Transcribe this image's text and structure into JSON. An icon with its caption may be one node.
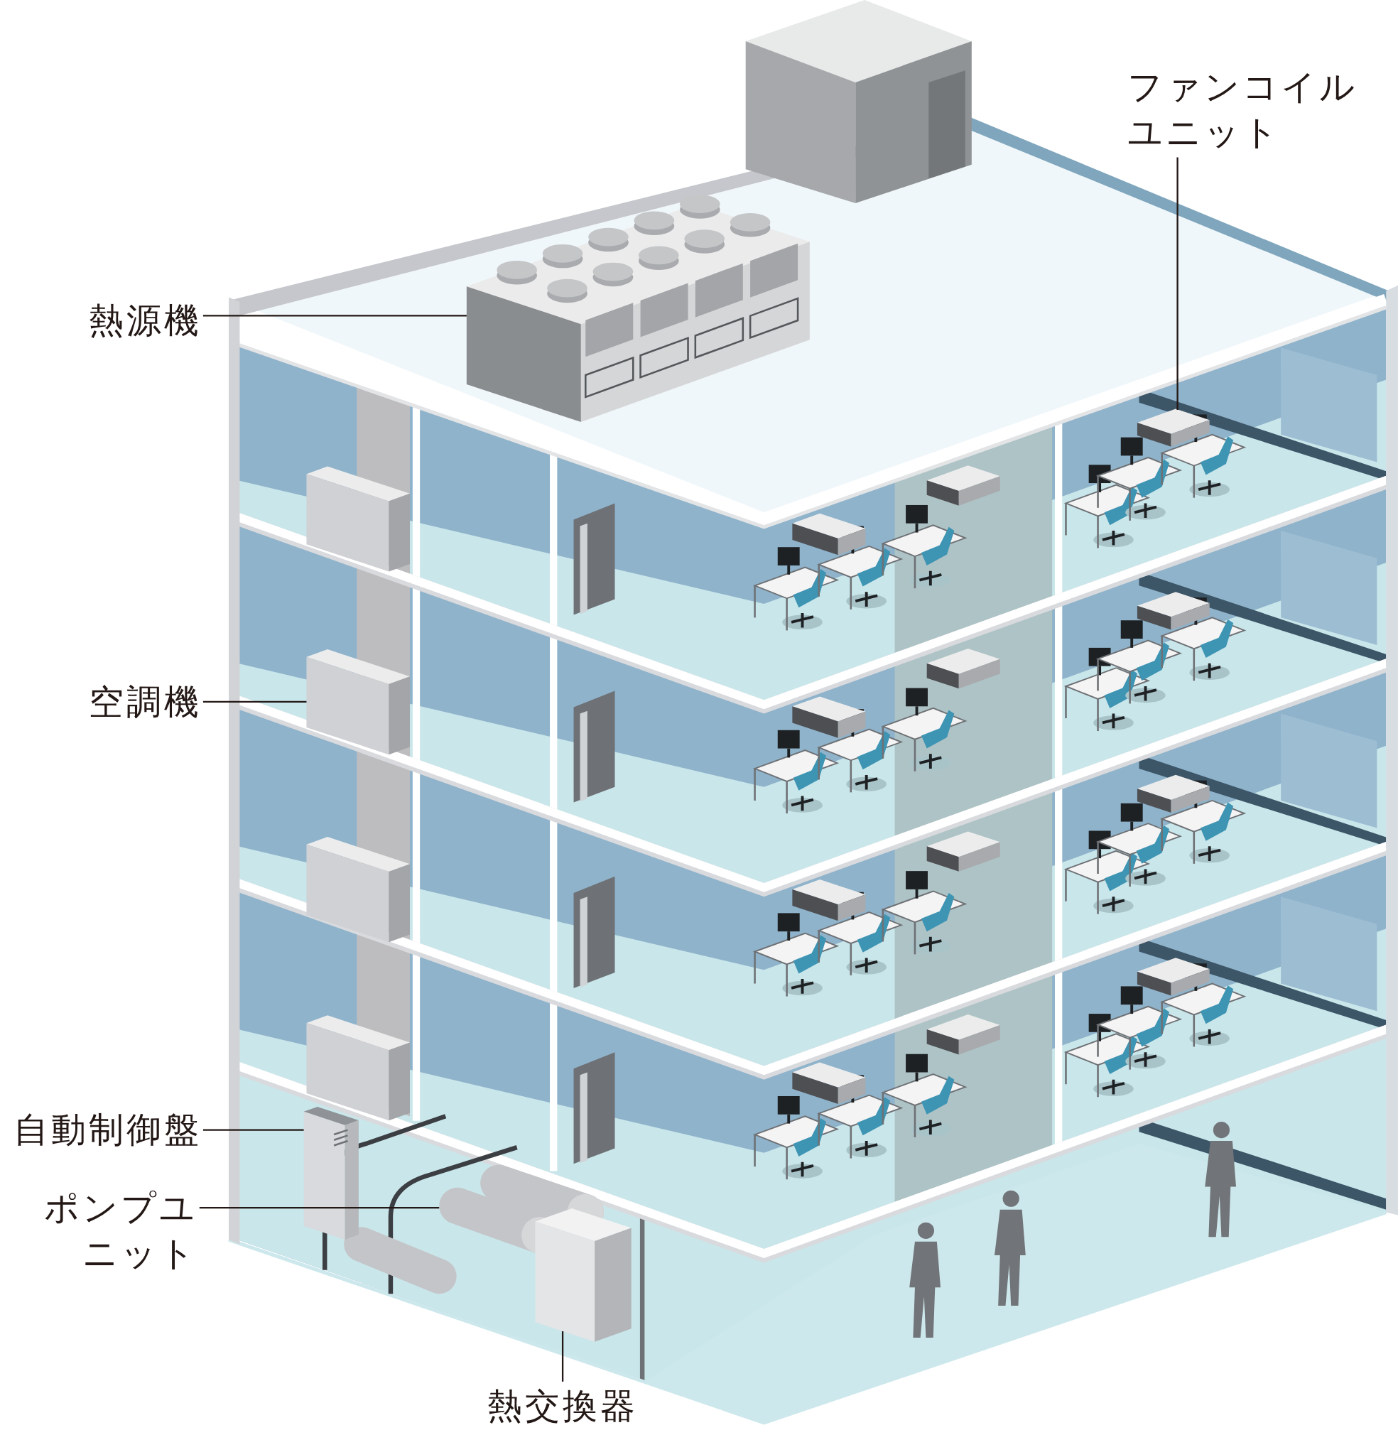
{
  "diagram": {
    "nodes": [
      {
        "text": [
          "熱源機"
        ]
      },
      {
        "text": [
          "空調機"
        ]
      },
      {
        "text": [
          "自動制御盤"
        ]
      },
      {
        "text": [
          "ポンプユニット"
        ]
      },
      {
        "text": [
          "ファンコイルユニット"
        ]
      },
      {
        "text": [
          "熱交換器"
        ]
      },
      {
        "text": [],
        "shape": "box"
      },
      {
        "text": [],
        "shape": "box"
      },
      {
        "text": [],
        "shape": "box"
      },
      {
        "text": [],
        "shape": "cylinder"
      },
      {
        "text": [],
        "shape": "box"
      },
      {
        "text": [],
        "shape": "box"
      },
      {
        "text": [],
        "shape": "box"
      },
      {
        "text": [],
        "shape": "box"
      },
      {
        "text": [],
        "shape": "box"
      },
      {
        "text": [],
        "shape": "box"
      },
      {
        "text": [],
        "shape": "box"
      },
      {
        "text": [],
        "shape": "box"
      },
      {
        "text": [],
        "shape": "box"
      },
      {
        "text": [],
        "shape": "box"
      },
      {
        "text": [],
        "shape": "box"
      },
      {
        "text": [],
        "shape": "box"
      },
      {
        "text": [],
        "shape": "box"
      },
      {
        "text": [],
        "shape": "box"
      },
      {
        "text": [],
        "shape": "box"
      },
      {
        "text": [],
        "shape": "box"
      }
    ],
    "edges": [
      {
        "from": 0,
        "to": 6,
        "arrow": "none"
      },
      {
        "from": 1,
        "to": 7,
        "arrow": "none"
      },
      {
        "from": 2,
        "to": 8,
        "arrow": "none"
      },
      {
        "from": 3,
        "to": 9,
        "arrow": "none"
      },
      {
        "from": 4,
        "to": 10,
        "arrow": "none"
      },
      {
        "from": 5,
        "to": 11,
        "arrow": "none"
      }
    ]
  }
}
